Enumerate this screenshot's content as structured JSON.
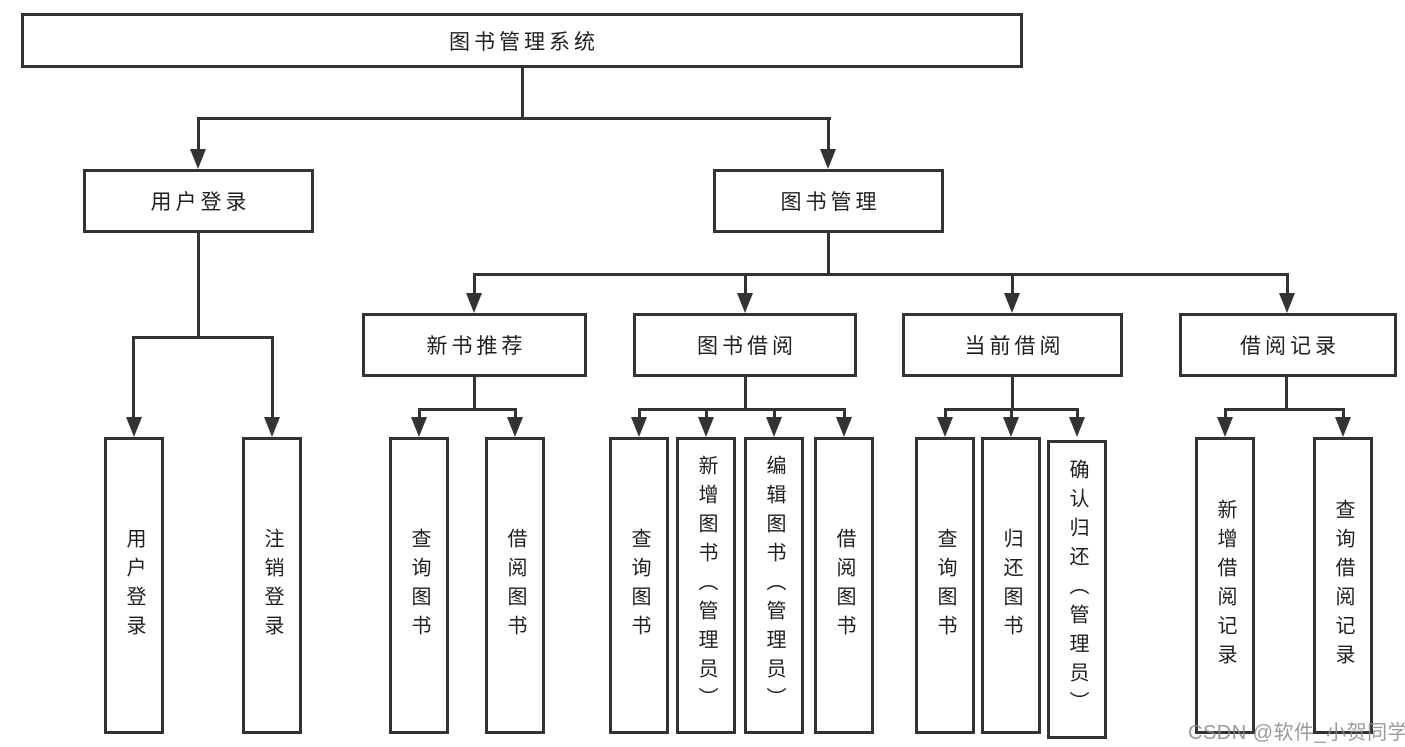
{
  "diagram": {
    "title": "图书管理系统",
    "root": {
      "label": "图书管理系统",
      "children": [
        {
          "label": "用户登录",
          "children": [
            {
              "label": "用户登录"
            },
            {
              "label": "注销登录"
            }
          ]
        },
        {
          "label": "图书管理",
          "children": [
            {
              "label": "新书推荐",
              "children": [
                {
                  "label": "查询图书"
                },
                {
                  "label": "借阅图书"
                }
              ]
            },
            {
              "label": "图书借阅",
              "children": [
                {
                  "label": "查询图书"
                },
                {
                  "label": "新增图书（管理员）"
                },
                {
                  "label": "编辑图书（管理员）"
                },
                {
                  "label": "借阅图书"
                }
              ]
            },
            {
              "label": "当前借阅",
              "children": [
                {
                  "label": "查询图书"
                },
                {
                  "label": "归还图书"
                },
                {
                  "label": "确认归还（管理员）"
                }
              ]
            },
            {
              "label": "借阅记录",
              "children": [
                {
                  "label": "新增借阅记录"
                },
                {
                  "label": "查询借阅记录"
                }
              ]
            }
          ]
        }
      ]
    },
    "watermark": "CSDN @软件_小贺同学",
    "colors": {
      "line": "#333333",
      "text": "#1f1f1f",
      "background": "#ffffff",
      "watermark": "#8a8a8a"
    }
  }
}
